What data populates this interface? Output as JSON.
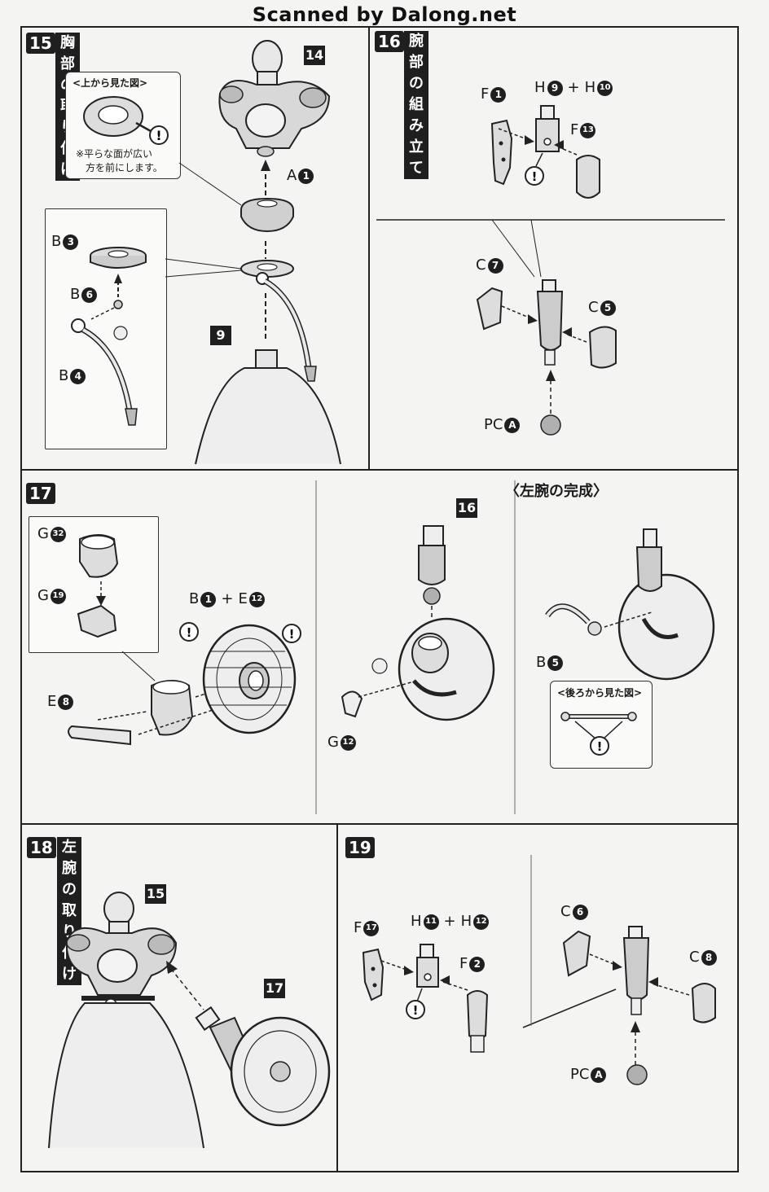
{
  "watermark": "Scanned by Dalong.net",
  "step15": {
    "num": "15",
    "title": "胸部の取り付け",
    "callout_title": "<上から見た図>",
    "callout_note_1": "※平らな面が広い",
    "callout_note_2": "方を前にします。",
    "ref": "14",
    "ref_base": "9",
    "labels": {
      "a1": {
        "letter": "A",
        "n": "1"
      },
      "b3": {
        "letter": "B",
        "n": "3"
      },
      "b6": {
        "letter": "B",
        "n": "6"
      },
      "b4": {
        "letter": "B",
        "n": "4"
      }
    }
  },
  "step16": {
    "num": "16",
    "title": "腕部の組み立て",
    "labels": {
      "f1": {
        "letter": "F",
        "n": "1"
      },
      "h9": {
        "letter": "H",
        "n": "9"
      },
      "plus": "+",
      "h10": {
        "letter": "H",
        "n": "10"
      },
      "f13": {
        "letter": "F",
        "n": "13"
      },
      "c7": {
        "letter": "C",
        "n": "7"
      },
      "c5": {
        "letter": "C",
        "n": "5"
      },
      "pc": {
        "letter": "PC",
        "n": "A"
      }
    }
  },
  "step17": {
    "num": "17",
    "completed_title": "〈左腕の完成〉",
    "ref": "16",
    "back_view": "<後ろから見た図>",
    "labels": {
      "g32": {
        "letter": "G",
        "n": "32"
      },
      "g19": {
        "letter": "G",
        "n": "19"
      },
      "b1": {
        "letter": "B",
        "n": "1"
      },
      "plus": "+",
      "e12": {
        "letter": "E",
        "n": "12"
      },
      "e8": {
        "letter": "E",
        "n": "8"
      },
      "g12": {
        "letter": "G",
        "n": "12"
      },
      "b5": {
        "letter": "B",
        "n": "5"
      }
    }
  },
  "step18": {
    "num": "18",
    "title": "左腕の取り付け",
    "ref_15": "15",
    "ref_17": "17"
  },
  "step19": {
    "num": "19",
    "labels": {
      "f17": {
        "letter": "F",
        "n": "17"
      },
      "h11": {
        "letter": "H",
        "n": "11"
      },
      "plus": "+",
      "h12": {
        "letter": "H",
        "n": "12"
      },
      "f2": {
        "letter": "F",
        "n": "2"
      },
      "c6": {
        "letter": "C",
        "n": "6"
      },
      "c8": {
        "letter": "C",
        "n": "8"
      },
      "pc": {
        "letter": "PC",
        "n": "A"
      }
    }
  },
  "warning_icon": "exclamation-circle-icon",
  "colors": {
    "ink": "#1f1f1f",
    "paper": "#f4f4f2",
    "pc_part": "#b0b0b0"
  }
}
